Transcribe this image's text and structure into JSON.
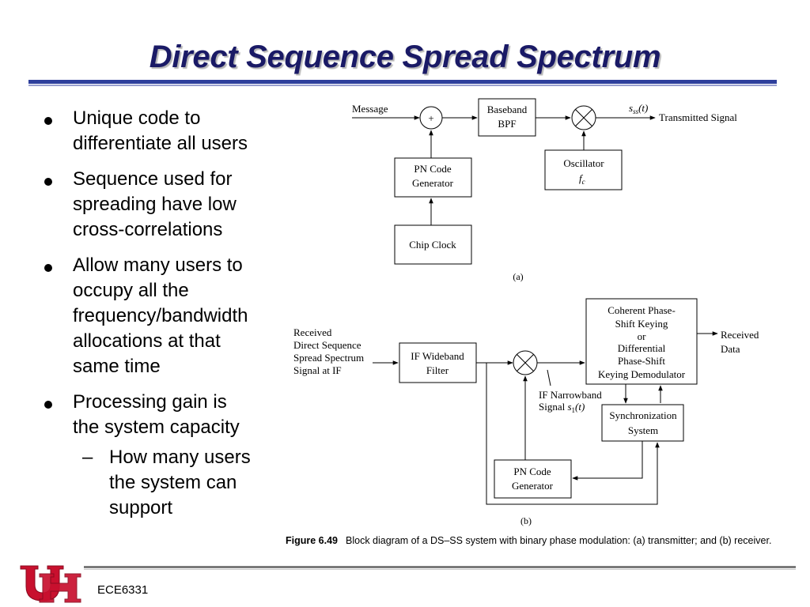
{
  "slide": {
    "title": "Direct Sequence Spread Spectrum",
    "bullets": [
      {
        "lines": [
          "Unique code to",
          "differentiate all users"
        ]
      },
      {
        "lines": [
          "Sequence used for",
          "spreading have low",
          "cross-correlations"
        ]
      },
      {
        "lines": [
          "Allow many users to",
          "occupy all the",
          "frequency/bandwidth",
          "allocations at that",
          "same time"
        ]
      },
      {
        "lines": [
          "Processing gain is",
          "the system capacity"
        ]
      }
    ],
    "sub_bullet": {
      "marker": "–",
      "lines": [
        "How many users",
        "the system can",
        "support"
      ]
    },
    "footer": "ECE6331"
  },
  "figure": {
    "transmitter": {
      "message": "Message",
      "adder": "+",
      "bpf": [
        "Baseband",
        "BPF"
      ],
      "signal_symbol": "s",
      "signal_sub": "ss",
      "signal_arg": "(t)",
      "output": "Transmitted Signal",
      "oscillator": "Oscillator",
      "osc_f": "f",
      "osc_sub": "c",
      "pn_gen": [
        "PN Code",
        "Generator"
      ],
      "chip_clock": "Chip Clock",
      "label": "(a)"
    },
    "receiver": {
      "input": [
        "Received",
        "Direct Sequence",
        "Spread Spectrum",
        "Signal at IF"
      ],
      "if_filter": [
        "IF Wideband",
        "Filter"
      ],
      "demod": [
        "Coherent Phase-",
        "Shift Keying",
        "or",
        "Differential",
        "Phase-Shift",
        "Keying Demodulator"
      ],
      "output": [
        "Received",
        "Data"
      ],
      "narrowband": "IF Narrowband",
      "nb_signal": "Signal ",
      "nb_symbol": "s",
      "nb_sub": "1",
      "nb_arg": "(t)",
      "sync": [
        "Synchronization",
        "System"
      ],
      "pn_gen": [
        "PN Code",
        "Generator"
      ],
      "label": "(b)"
    },
    "caption_label": "Figure 6.49",
    "caption_text": "Block diagram of a DS–SS system with binary phase modulation: (a) transmitter; and (b) receiver."
  }
}
